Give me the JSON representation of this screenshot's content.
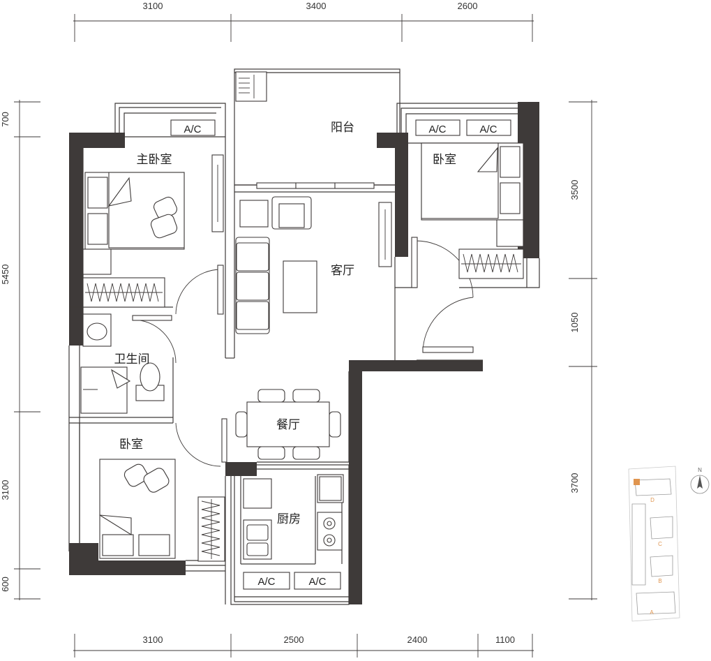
{
  "dimensions": {
    "top": [
      "3100",
      "3400",
      "2600"
    ],
    "bottom": [
      "3100",
      "2500",
      "2400",
      "1100"
    ],
    "left": [
      "700",
      "5450",
      "3100",
      "600"
    ],
    "right": [
      "3500",
      "1050",
      "3700"
    ]
  },
  "rooms": {
    "balcony": "阳台",
    "master_bedroom": "主卧室",
    "bedroom_ne": "卧室",
    "living_room": "客厅",
    "bathroom": "卫生间",
    "dining_room": "餐厅",
    "bedroom_sw": "卧室",
    "kitchen": "厨房"
  },
  "ac_units": [
    "A/C",
    "A/C",
    "A/C",
    "A/C",
    "A/C"
  ],
  "site_plan": {
    "compass": "N",
    "buildings": [
      "D",
      "C",
      "B",
      "A"
    ],
    "highlight_color": "#e0954f"
  },
  "colors": {
    "wall": "#3e3a39",
    "site_label": "#e0954f"
  }
}
